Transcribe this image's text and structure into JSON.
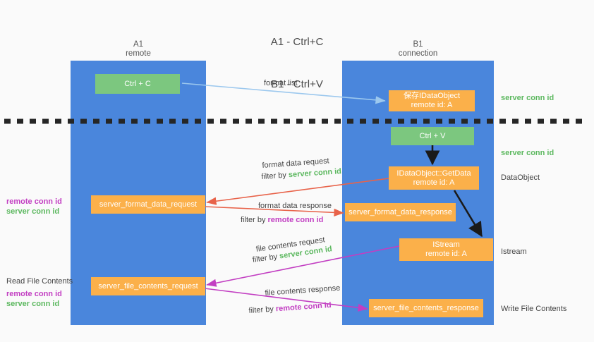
{
  "title": {
    "line1": "A1 - Ctrl+C",
    "line2": "B1 - Ctrl+V"
  },
  "colors": {
    "background": "#fafafa",
    "lane": "#4a86dc",
    "box_green": "#7cc77f",
    "box_orange": "#fbb04a",
    "text_dark": "#444444",
    "accent_green": "#5cb85f",
    "accent_purple": "#c23ec2",
    "arrow_lightblue": "#9cc8ee",
    "arrow_red": "#e8634a",
    "arrow_magenta": "#c23ec2",
    "arrow_black": "#1a1a1a",
    "divider": "#262626"
  },
  "lanes": [
    {
      "name": "A1",
      "sub": "remote"
    },
    {
      "name": "B1",
      "sub": "connection"
    }
  ],
  "boxes": [
    {
      "id": "ctrl-c",
      "label": "Ctrl + C",
      "color": "green"
    },
    {
      "id": "save-idataobject",
      "label": "保存IDataObject\nremote id: A",
      "color": "orange"
    },
    {
      "id": "ctrl-v",
      "label": "Ctrl + V",
      "color": "green"
    },
    {
      "id": "idataobject-getdata",
      "label": "IDataObject::GetData\nremote id: A",
      "color": "orange"
    },
    {
      "id": "server-format-data-request",
      "label": "server_format_data_request",
      "color": "orange"
    },
    {
      "id": "server-format-data-response",
      "label": "server_format_data_response",
      "color": "orange"
    },
    {
      "id": "istream",
      "label": "IStream\nremote id: A",
      "color": "orange"
    },
    {
      "id": "server-file-contents-request",
      "label": "server_file_contents_request",
      "color": "orange"
    },
    {
      "id": "server-file-contents-response",
      "label": "server_file_contents_response",
      "color": "orange"
    }
  ],
  "edge_labels": {
    "format_list": "format list",
    "format_data_request": "format data request",
    "format_data_request_filter_prefix": "filter by ",
    "format_data_request_filter_value": "server conn id",
    "format_data_response": "format data response",
    "format_data_response_filter_prefix": "filter by ",
    "format_data_response_filter_value": "remote conn id",
    "file_contents_request": "file contents request",
    "file_contents_request_filter_prefix": "filter by ",
    "file_contents_request_filter_value": "server conn id",
    "file_contents_response": "file contents response",
    "file_contents_response_filter_prefix": "filter by ",
    "file_contents_response_filter_value": "remote conn id"
  },
  "annotations": {
    "right_server_conn_id_top": "server conn id",
    "right_server_conn_id_mid": "server conn id",
    "right_dataobject": "DataObject",
    "right_istream": "Istream",
    "right_write_file_contents": "Write File Contents",
    "left_remote_conn_id_1": "remote conn id",
    "left_server_conn_id_1": "server conn id",
    "left_read_file_contents": "Read File Contents",
    "left_remote_conn_id_2": "remote conn id",
    "left_server_conn_id_2": "server conn id"
  }
}
